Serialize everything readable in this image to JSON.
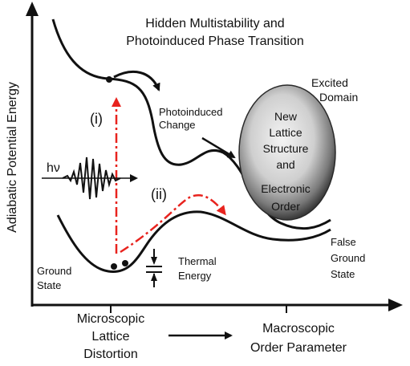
{
  "title": [
    "Hidden Multistability and",
    "Photoinduced Phase Transition"
  ],
  "y_axis_label": "Adiabatic Potential Energy",
  "x_tick_left": [
    "Microscopic",
    "Lattice",
    "Distortion"
  ],
  "x_tick_right": [
    "Macroscopic",
    "Order Parameter"
  ],
  "label_i": "(i)",
  "label_ii": "(ii)",
  "photon": "hν",
  "photoinduced_change": [
    "Photoinduced",
    "Change"
  ],
  "excited_domain": [
    "Excited",
    "Domain"
  ],
  "new_order": [
    "New",
    "Lattice",
    "Structure",
    "and",
    "Electronic",
    "Order"
  ],
  "ground_state": [
    "Ground",
    "State"
  ],
  "thermal_energy": [
    "Thermal",
    "Energy"
  ],
  "false_ground_state": [
    "False",
    "Ground",
    "State"
  ],
  "colors": {
    "red_dash": "#e8231e",
    "ink": "#111111",
    "ellipse_dark": "#3a3a3a",
    "ellipse_light": "#f2f2f2"
  }
}
